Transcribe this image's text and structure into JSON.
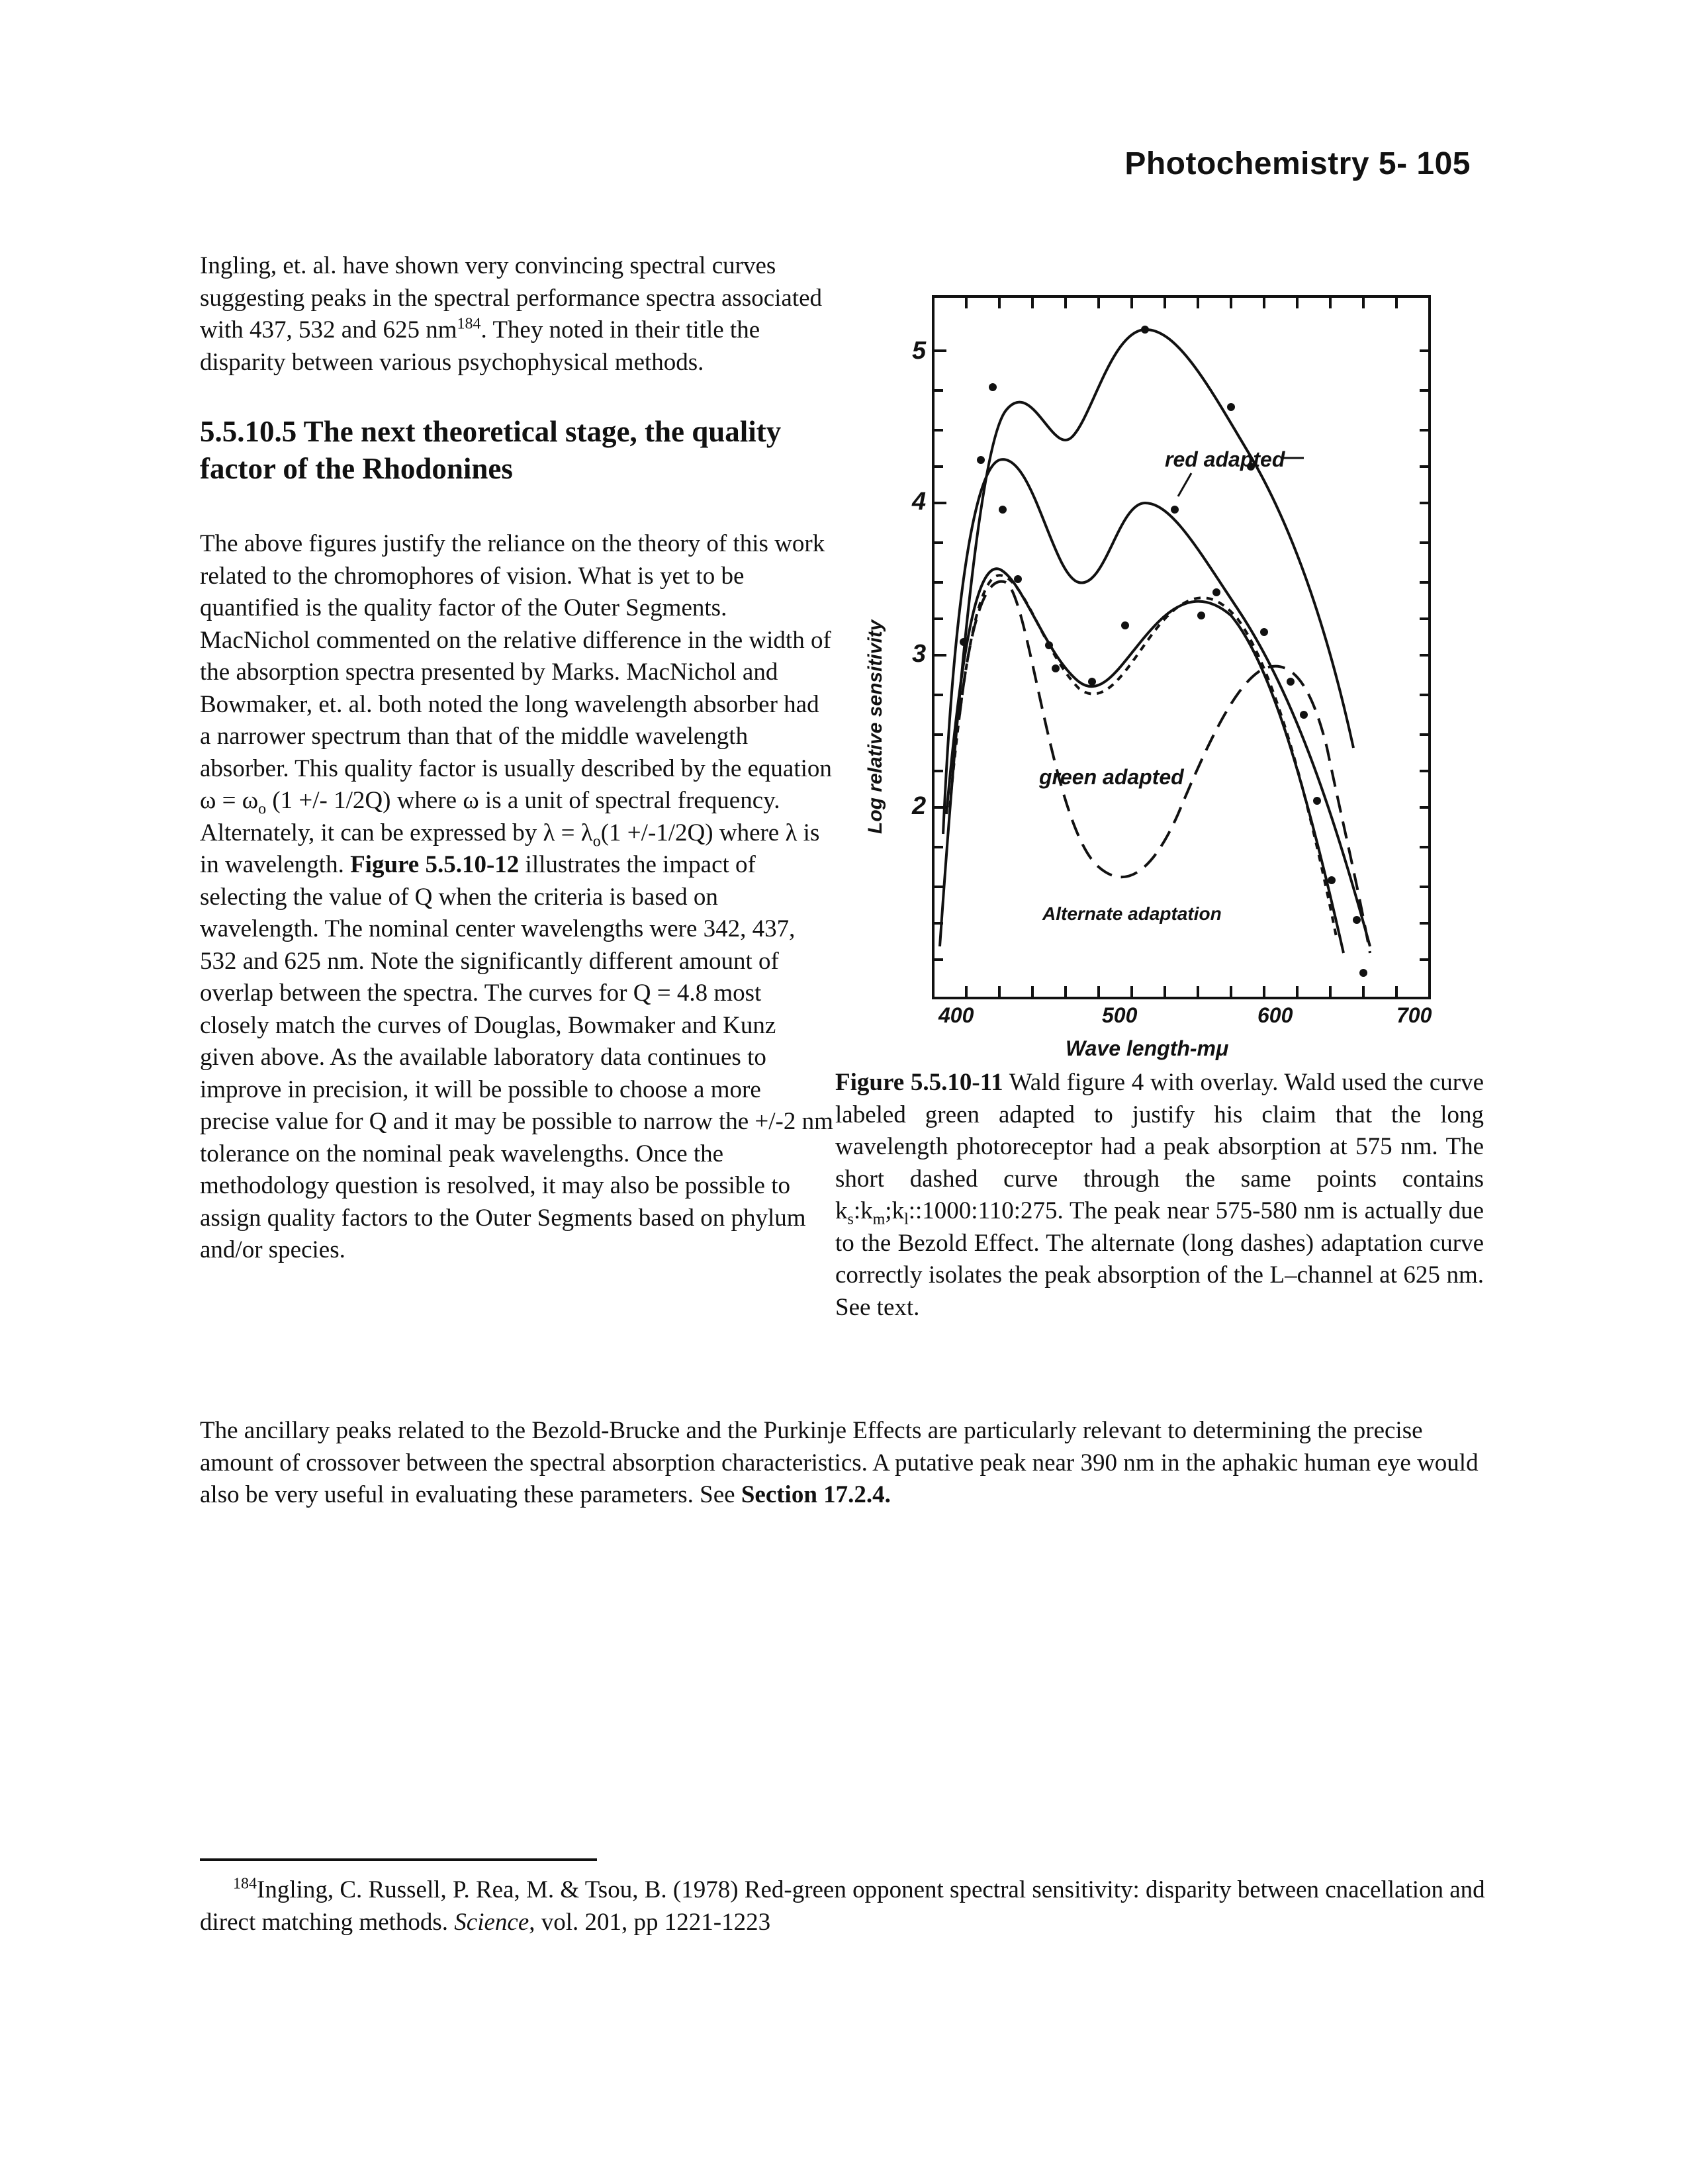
{
  "header": {
    "text": "Photochemistry 5- 105"
  },
  "intro": {
    "text": "Ingling, et. al. have shown very convincing spectral curves suggesting peaks in the spectral performance spectra associated with 437, 532 and 625 nm",
    "sup": "184",
    "text_after": ". They noted in their title the disparity between various psychophysical methods."
  },
  "section": {
    "heading": "5.5.10.5 The next theoretical stage, the quality factor of the Rhodonines"
  },
  "body": {
    "p1": "The above figures justify the reliance on the theory of this work related to the chromophores of vision. What is yet to be quantified is the quality factor of the Outer Segments. MacNichol commented on the relative difference in the width of the absorption spectra presented by Marks. MacNichol and Bowmaker, et. al. both noted the long wavelength absorber had a narrower spectrum than that of the middle wavelength absorber. This quality factor is usually described by the equation ω = ω",
    "p1_sub1": "o",
    "p1_b": " (1 +/- 1/2Q) where ω is a unit of spectral frequency. Alternately, it can be expressed by λ = λ",
    "p1_sub2": "o",
    "p1_c": "(1 +/-1/2Q) where λ is in wavelength. ",
    "p1_fig": "Figure 5.5.10-12",
    "p1_d": " illustrates the impact of selecting the value of Q when the criteria is based on wavelength. The nominal center wavelengths were 342, 437, 532 and 625 nm. Note the significantly different amount of overlap between the spectra. The curves for Q = 4.8 most closely match the curves of Douglas, Bowmaker and Kunz given above. As the available laboratory data continues to improve in precision, it will be possible to choose a more precise value for Q and it may be possible to narrow the +/-2 nm tolerance on the nominal peak wavelengths. Once the methodology question is resolved, it may also be possible to assign quality factors to the Outer Segments based on phylum and/or species."
  },
  "figure": {
    "y_axis_label": "Log relative sensitivity",
    "x_axis_label": "Wave length-mμ",
    "x_ticks": [
      "400",
      "500",
      "600",
      "700"
    ],
    "y_ticks": [
      "2",
      "3",
      "4",
      "5"
    ],
    "label_red": "red adapted",
    "label_green": "green adapted",
    "label_alt": "Alternate adaptation",
    "caption_fig": "Figure 5.5.10-11",
    "caption_a": " Wald figure 4 with overlay. Wald used the curve labeled green adapted to justify his claim that the long wavelength photoreceptor had a peak absorption at 575 nm. The short dashed curve through the same points contains k",
    "caption_s": "s",
    "caption_b": ":k",
    "caption_m": "m",
    "caption_c": ";k",
    "caption_l": "l",
    "caption_d": "::1000:110:275. The peak near 575-580 nm is actually due to the Bezold Effect. The alternate (long dashes) adaptation curve correctly isolates the peak absorption of the L–channel at 625 nm. See text."
  },
  "closing": {
    "text": "The ancillary peaks related to the Bezold-Brucke and the Purkinje Effects are particularly relevant to determining the precise amount of crossover between the spectral absorption characteristics. A putative peak near 390 nm in the aphakic human eye would also be very useful in evaluating these parameters. See ",
    "ref": "Section 17.2.4."
  },
  "footnote": {
    "sup": "184",
    "text": "Ingling, C. Russell, P. Rea, M. & Tsou, B. (1978) Red-green opponent spectral sensitivity: disparity between cnacellation and direct matching methods. ",
    "journal": "Science",
    "tail": ", vol. 201, pp 1221-1223"
  }
}
